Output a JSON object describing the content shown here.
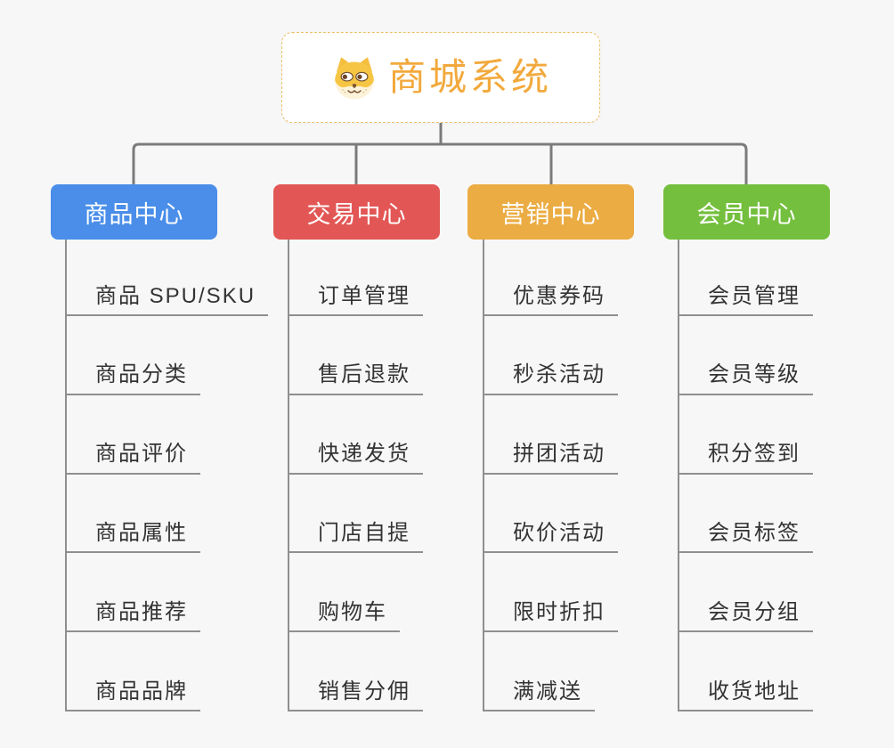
{
  "page": {
    "background": "#f7f7f7"
  },
  "root": {
    "title": "商城系统",
    "icon": "shiba-dog-face",
    "text_color": "#f2a93c",
    "border_color": "#eec06a"
  },
  "connectors": {
    "color": "#7b7b7b",
    "child_line_color": "#8f8f8f"
  },
  "branches": [
    {
      "label": "商品中心",
      "color": "#4a8ee9",
      "children": [
        "商品 SPU/SKU",
        "商品分类",
        "商品评价",
        "商品属性",
        "商品推荐",
        "商品品牌"
      ]
    },
    {
      "label": "交易中心",
      "color": "#e25755",
      "children": [
        "订单管理",
        "售后退款",
        "快递发货",
        "门店自提",
        "购物车",
        "销售分佣"
      ]
    },
    {
      "label": "营销中心",
      "color": "#ebac43",
      "children": [
        "优惠券码",
        "秒杀活动",
        "拼团活动",
        "砍价活动",
        "限时折扣",
        "满减送"
      ]
    },
    {
      "label": "会员中心",
      "color": "#74bf3d",
      "children": [
        "会员管理",
        "会员等级",
        "积分签到",
        "会员标签",
        "会员分组",
        "收货地址"
      ]
    }
  ]
}
